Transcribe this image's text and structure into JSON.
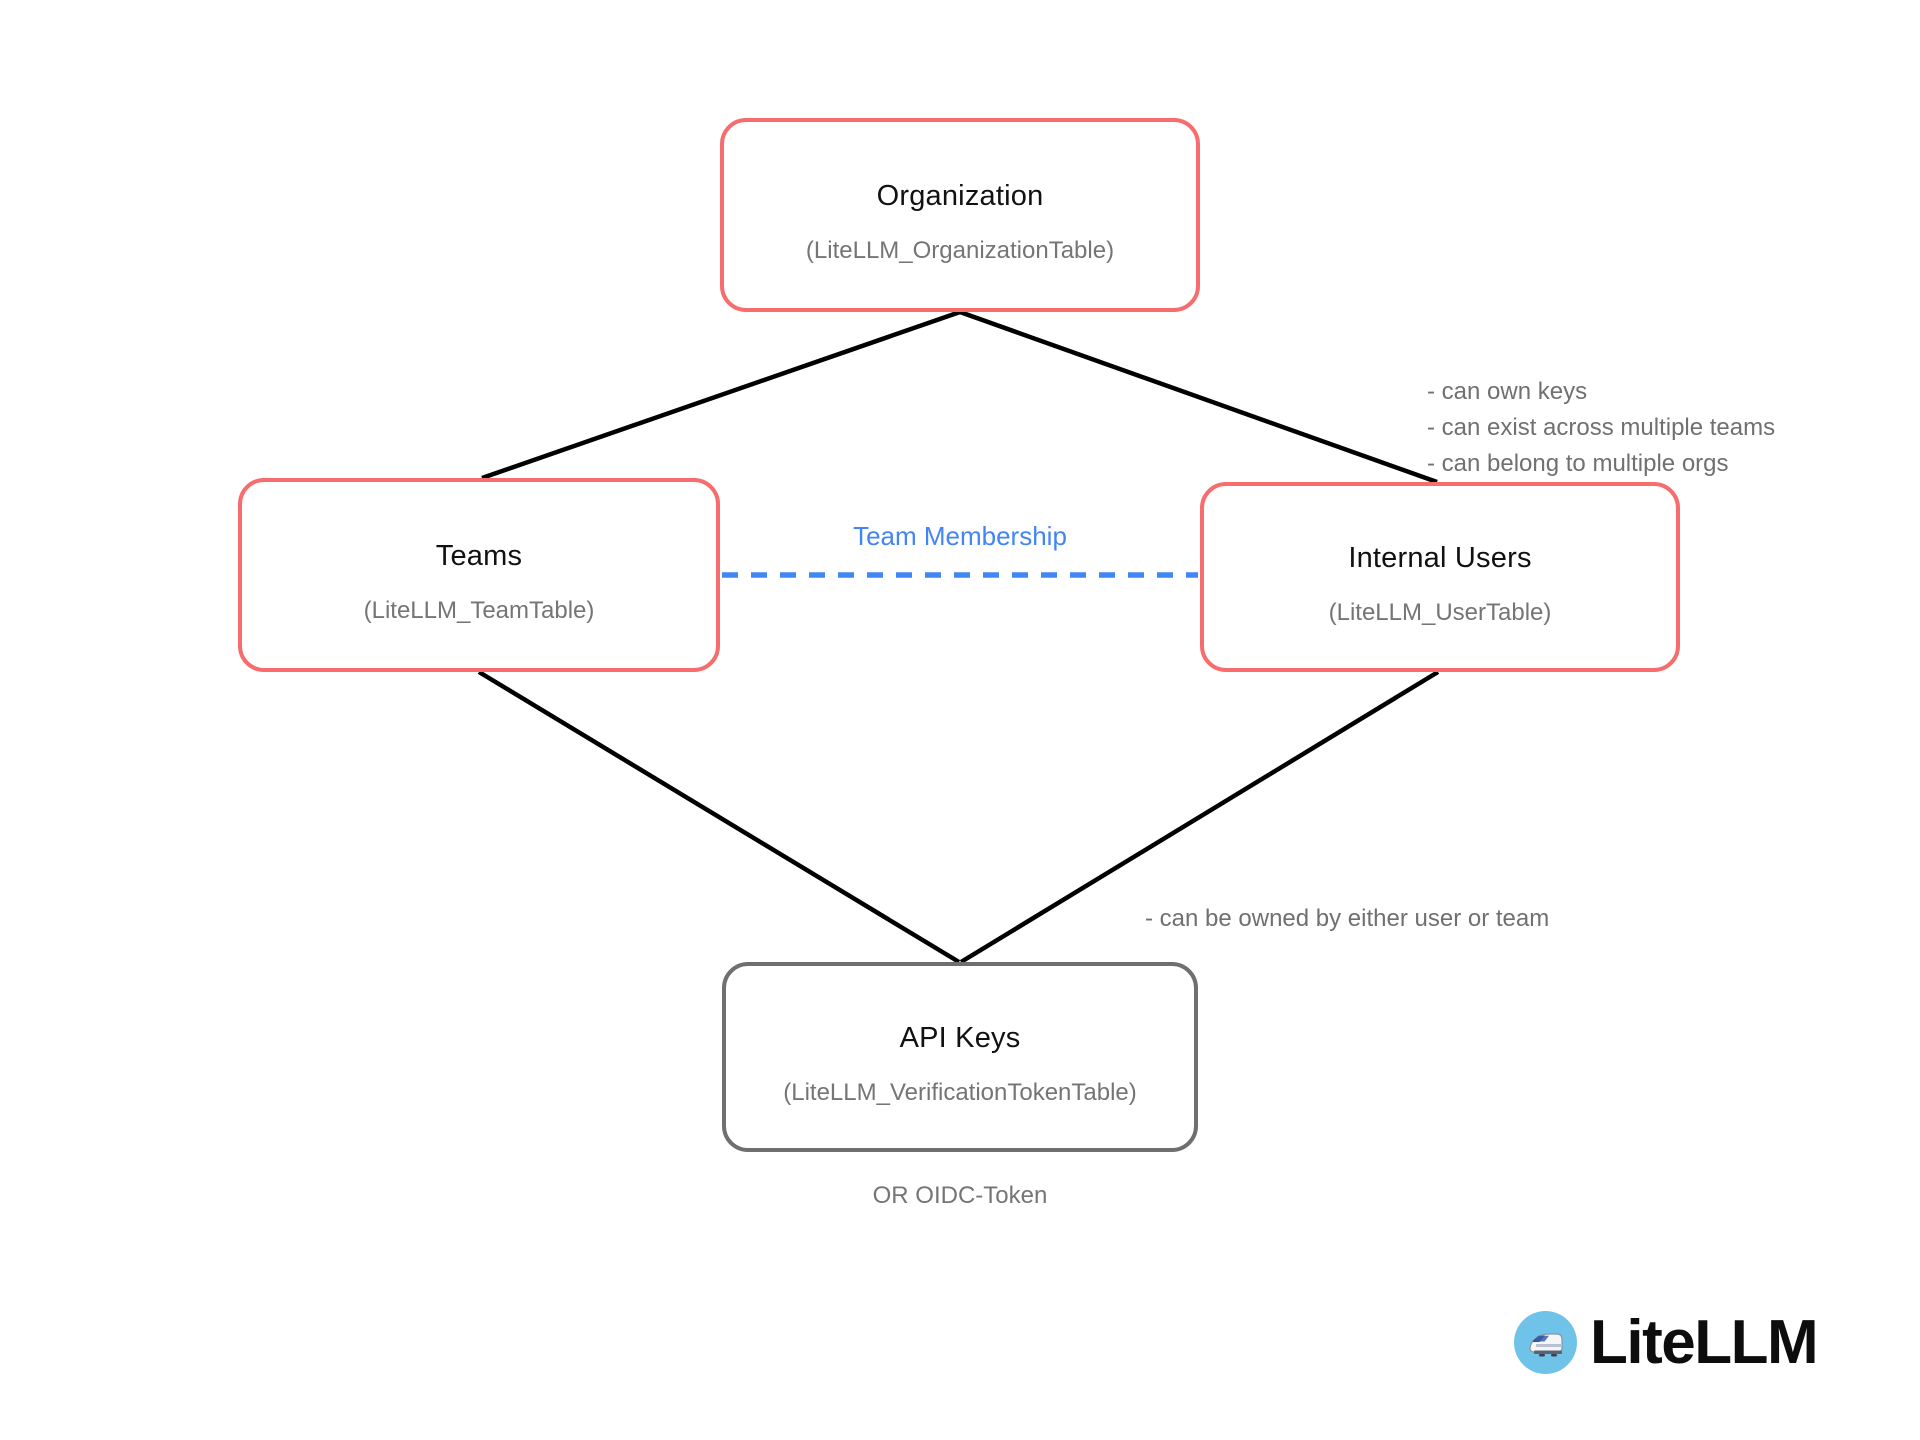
{
  "diagram": {
    "nodes": {
      "organization": {
        "title": "Organization",
        "subtitle": "(LiteLLM_OrganizationTable)"
      },
      "teams": {
        "title": "Teams",
        "subtitle": "(LiteLLM_TeamTable)"
      },
      "internal_users": {
        "title": "Internal Users",
        "subtitle": "(LiteLLM_UserTable)"
      },
      "api_keys": {
        "title": "API Keys",
        "subtitle": "(LiteLLM_VerificationTokenTable)"
      }
    },
    "edge_label": "Team Membership",
    "annotations": {
      "internal_users_notes": [
        "- can own keys",
        "- can exist across multiple teams",
        "- can belong to multiple orgs"
      ],
      "api_keys_note": "- can be owned by either user or team",
      "oidc_note": "OR OIDC-Token"
    },
    "colors": {
      "node_border_red": "#f76c6c",
      "node_border_gray": "#6f6f6f",
      "edge_black": "#000000",
      "edge_blue": "#4285f4",
      "text_black": "#111111",
      "text_gray": "#757575",
      "logo_circle_blue": "#6fc3e9"
    }
  },
  "branding": {
    "logo_text": "LiteLLM"
  }
}
